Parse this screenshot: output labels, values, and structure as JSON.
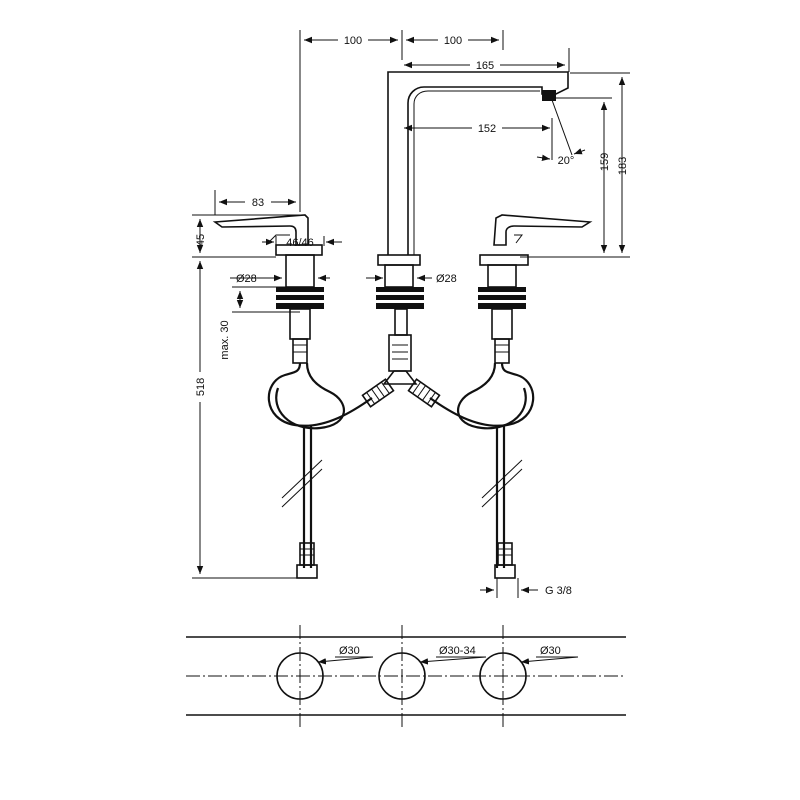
{
  "dimensions": {
    "spacing_left": "100",
    "spacing_right": "100",
    "spout_reach": "165",
    "aerator_reach": "152",
    "spout_angle": "20°",
    "aerator_height": "159",
    "spout_height": "183",
    "handle_reach": "83",
    "handle_height": "45",
    "handle_angle": "46/46",
    "handle_diameter": "Ø28",
    "spout_diameter": "Ø28",
    "max_thickness": "max. 30",
    "hose_length": "518",
    "thread": "G 3/8"
  },
  "holes": {
    "left": "Ø30",
    "center": "Ø30-34",
    "right": "Ø30"
  }
}
